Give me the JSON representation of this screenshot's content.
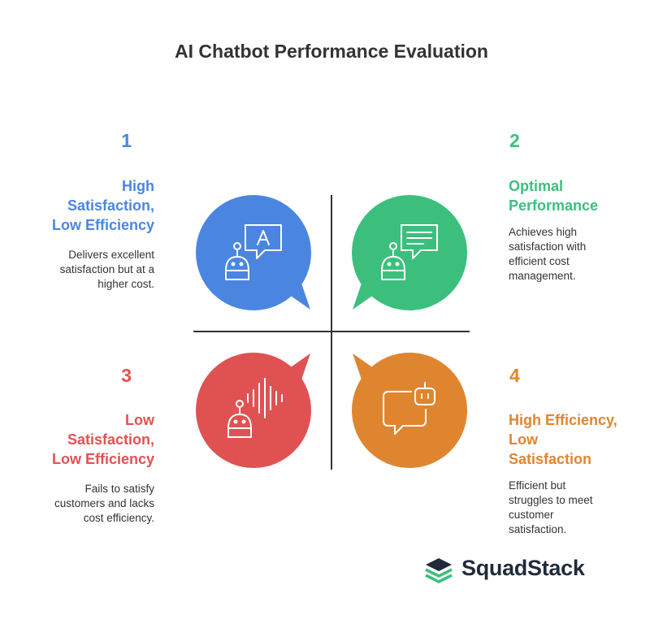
{
  "title": "AI Chatbot Performance Evaluation",
  "colors": {
    "q1": "#4a86e0",
    "q2": "#3cbf7d",
    "q3": "#e05252",
    "q4": "#e0852f",
    "axis": "#333333"
  },
  "quadrants": [
    {
      "number": "1",
      "heading_lines": [
        "High",
        "Satisfaction,",
        "Low Efficiency"
      ],
      "description_lines": [
        "Delivers excellent",
        "satisfaction but at a",
        "higher cost."
      ],
      "icon": "robot-speech-letter-a-icon"
    },
    {
      "number": "2",
      "heading_lines": [
        "Optimal",
        "Performance"
      ],
      "description_lines": [
        "Achieves high",
        "satisfaction with",
        "efficient cost",
        "management."
      ],
      "icon": "robot-speech-text-lines-icon"
    },
    {
      "number": "3",
      "heading_lines": [
        "Low",
        "Satisfaction,",
        "Low Efficiency"
      ],
      "description_lines": [
        "Fails to satisfy",
        "customers and lacks",
        "cost efficiency."
      ],
      "icon": "robot-sound-wave-icon"
    },
    {
      "number": "4",
      "heading_lines": [
        "High Efficiency,",
        "Low",
        "Satisfaction"
      ],
      "description_lines": [
        "Efficient but",
        "struggles to meet",
        "customer",
        "satisfaction."
      ],
      "icon": "speech-bubble-robot-head-icon"
    }
  ],
  "brand": {
    "name": "SquadStack",
    "icon": "stacked-layers-logo-icon"
  }
}
